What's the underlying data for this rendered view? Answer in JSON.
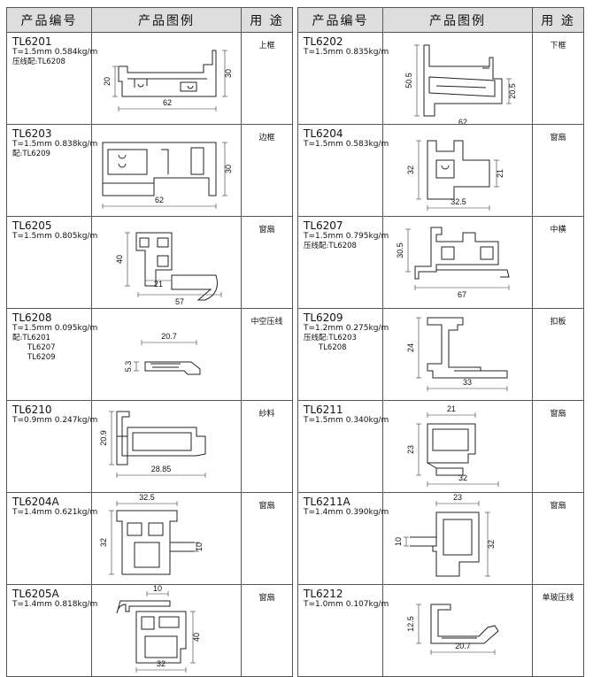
{
  "headers": {
    "code": "产品编号",
    "drawing": "产品图例",
    "usage": "用 途"
  },
  "left": [
    {
      "code": "TL6201",
      "spec": "T=1.5mm  0.584kg/m",
      "pair_label": "压线配:",
      "pair": [
        "TL6208"
      ],
      "usage": "上框",
      "dims": [
        "20",
        "30",
        "62"
      ]
    },
    {
      "code": "TL6203",
      "spec": "T=1.5mm  0.838kg/m",
      "pair_label": "配:",
      "pair": [
        "TL6209"
      ],
      "usage": "边框",
      "dims": [
        "30",
        "62"
      ]
    },
    {
      "code": "TL6205",
      "spec": "T=1.5mm  0.805kg/m",
      "pair_label": "",
      "pair": [],
      "usage": "窗扇",
      "dims": [
        "40",
        "21",
        "57"
      ]
    },
    {
      "code": "TL6208",
      "spec": "T=1.5mm  0.095kg/m",
      "pair_label": "配:",
      "pair": [
        "TL6201",
        "TL6207",
        "TL6209"
      ],
      "usage": "中空压线",
      "dims": [
        "20.7",
        "5.3"
      ]
    },
    {
      "code": "TL6210",
      "spec": "T=0.9mm  0.247kg/m",
      "pair_label": "",
      "pair": [],
      "usage": "纱料",
      "dims": [
        "20.9",
        "28.85"
      ]
    },
    {
      "code": "TL6204A",
      "spec": "T=1.4mm  0.621kg/m",
      "pair_label": "",
      "pair": [],
      "usage": "窗扇",
      "dims": [
        "32.5",
        "32",
        "10"
      ]
    },
    {
      "code": "TL6205A",
      "spec": "T=1.4mm  0.818kg/m",
      "pair_label": "",
      "pair": [],
      "usage": "窗扇",
      "dims": [
        "10",
        "40",
        "32"
      ]
    }
  ],
  "right": [
    {
      "code": "TL6202",
      "spec": "T=1.5mm  0.835kg/m",
      "pair_label": "",
      "pair": [],
      "usage": "下框",
      "dims": [
        "50.5",
        "20.5",
        "62"
      ]
    },
    {
      "code": "TL6204",
      "spec": "T=1.5mm  0.583kg/m",
      "pair_label": "",
      "pair": [],
      "usage": "窗扇",
      "dims": [
        "32",
        "21",
        "32.5"
      ]
    },
    {
      "code": "TL6207",
      "spec": "T=1.5mm  0.795kg/m",
      "pair_label": "压线配:",
      "pair": [
        "TL6208"
      ],
      "usage": "中横",
      "dims": [
        "30.5",
        "67"
      ]
    },
    {
      "code": "TL6209",
      "spec": "T=1.2mm  0.275kg/m",
      "pair_label": "压线配:",
      "pair": [
        "TL6203",
        "TL6208"
      ],
      "usage": "扣板",
      "dims": [
        "24",
        "33"
      ]
    },
    {
      "code": "TL6211",
      "spec": "T=1.5mm  0.340kg/m",
      "pair_label": "",
      "pair": [],
      "usage": "窗扇",
      "dims": [
        "21",
        "23",
        "32"
      ]
    },
    {
      "code": "TL6211A",
      "spec": "T=1.4mm  0.390kg/m",
      "pair_label": "",
      "pair": [],
      "usage": "窗扇",
      "dims": [
        "23",
        "10",
        "32"
      ]
    },
    {
      "code": "TL6212",
      "spec": "T=1.0mm  0.107kg/m",
      "pair_label": "",
      "pair": [],
      "usage": "单玻压线",
      "dims": [
        "12.5",
        "20.7"
      ]
    }
  ]
}
